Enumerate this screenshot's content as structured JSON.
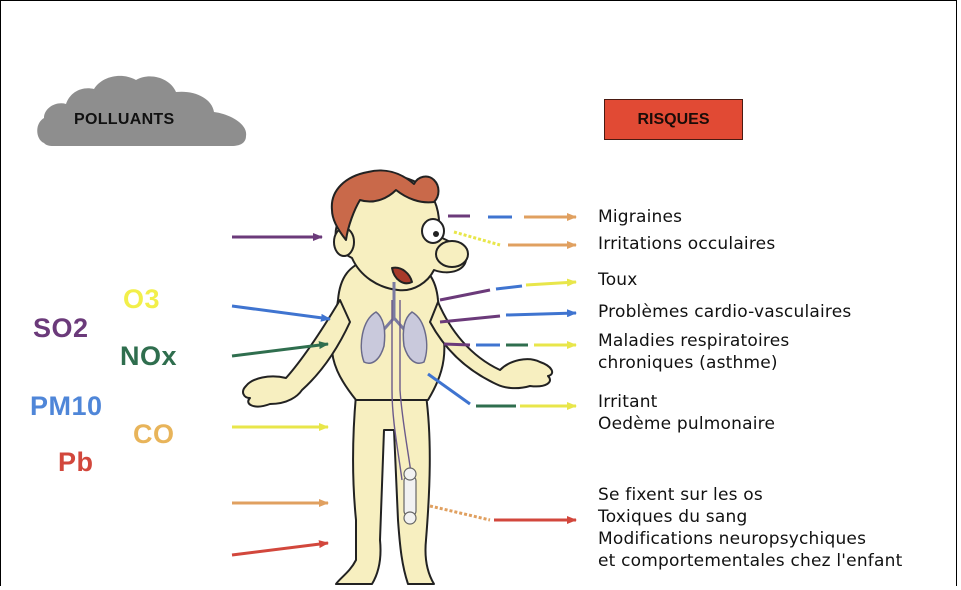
{
  "header": {
    "pollutants_label": "POLLUANTS",
    "risks_label": "RISQUES"
  },
  "pollutants": [
    {
      "name": "SO2",
      "color": "#6b3a7a"
    },
    {
      "name": "O3",
      "color": "#f2ef4a"
    },
    {
      "name": "NOx",
      "color": "#2f6e4e"
    },
    {
      "name": "PM10",
      "color": "#4f86d8"
    },
    {
      "name": "CO",
      "color": "#e8b45a"
    },
    {
      "name": "Pb",
      "color": "#d2473c"
    }
  ],
  "risks": {
    "migraines": "Migraines",
    "irritations": "Irritations occulaires",
    "toux": "Toux",
    "cardio": "Problèmes cardio-vasculaires",
    "respi_line1": "Maladies respiratoires",
    "respi_line2": "chroniques (asthme)",
    "irritant": "Irritant",
    "oedeme": "Oedème pulmonaire",
    "os": "Se fixent sur les os",
    "sang": "Toxiques du sang",
    "neuro": "Modifications neuropsychiques",
    "enfant": "et comportementales chez l'enfant"
  },
  "colors": {
    "cloud": "#8e8e8e",
    "risques_box": "#e14a34",
    "skin": "#f7efc0",
    "hair": "#c9694a",
    "lungs": "#c9c9dc"
  }
}
